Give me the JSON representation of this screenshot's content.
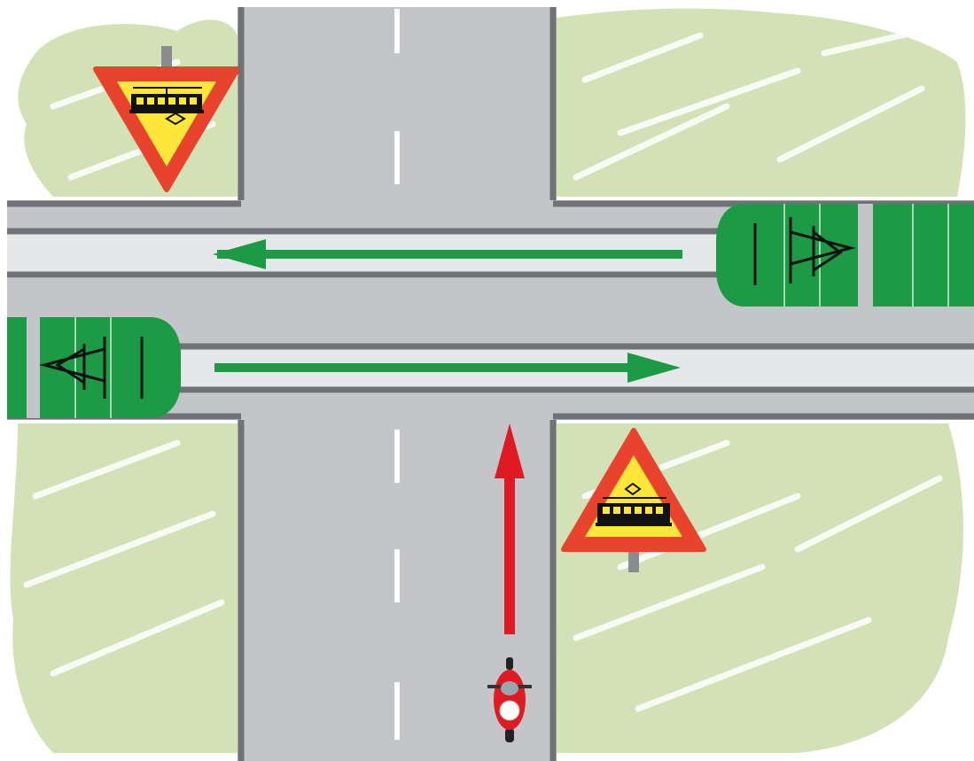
{
  "scene": {
    "description_icons": [
      "yield-sign-icon",
      "tram-crossing-warning-sign-icon",
      "tram-icon",
      "motorcycle-icon",
      "arrow-icon"
    ],
    "colors": {
      "grass": "#d2e2b6",
      "road": "#c3c5c8",
      "road_edge": "#707277",
      "curb": "#a0a2a6",
      "tram_lane": "#e6e7e8",
      "lane_mark": "#ffffff",
      "tram_body": "#1d9a46",
      "tram_dark": "#0f6e30",
      "tram_arrow": "#1d9a46",
      "motorcycle_arrow": "#e01a22",
      "sign_border": "#e8432c",
      "sign_fill": "#ffe63a",
      "sign_post": "#8a8c90",
      "motorcycle": "#e01a22"
    },
    "signs": [
      {
        "type": "yield-with-tram",
        "corner": "top-left"
      },
      {
        "type": "tram-crossing-warning",
        "corner": "bottom-right"
      }
    ],
    "trams": [
      {
        "direction": "westbound",
        "lane": "upper"
      },
      {
        "direction": "eastbound",
        "lane": "lower"
      }
    ],
    "vehicles": [
      {
        "type": "motorcycle",
        "direction": "northbound",
        "lane": "right"
      }
    ]
  }
}
